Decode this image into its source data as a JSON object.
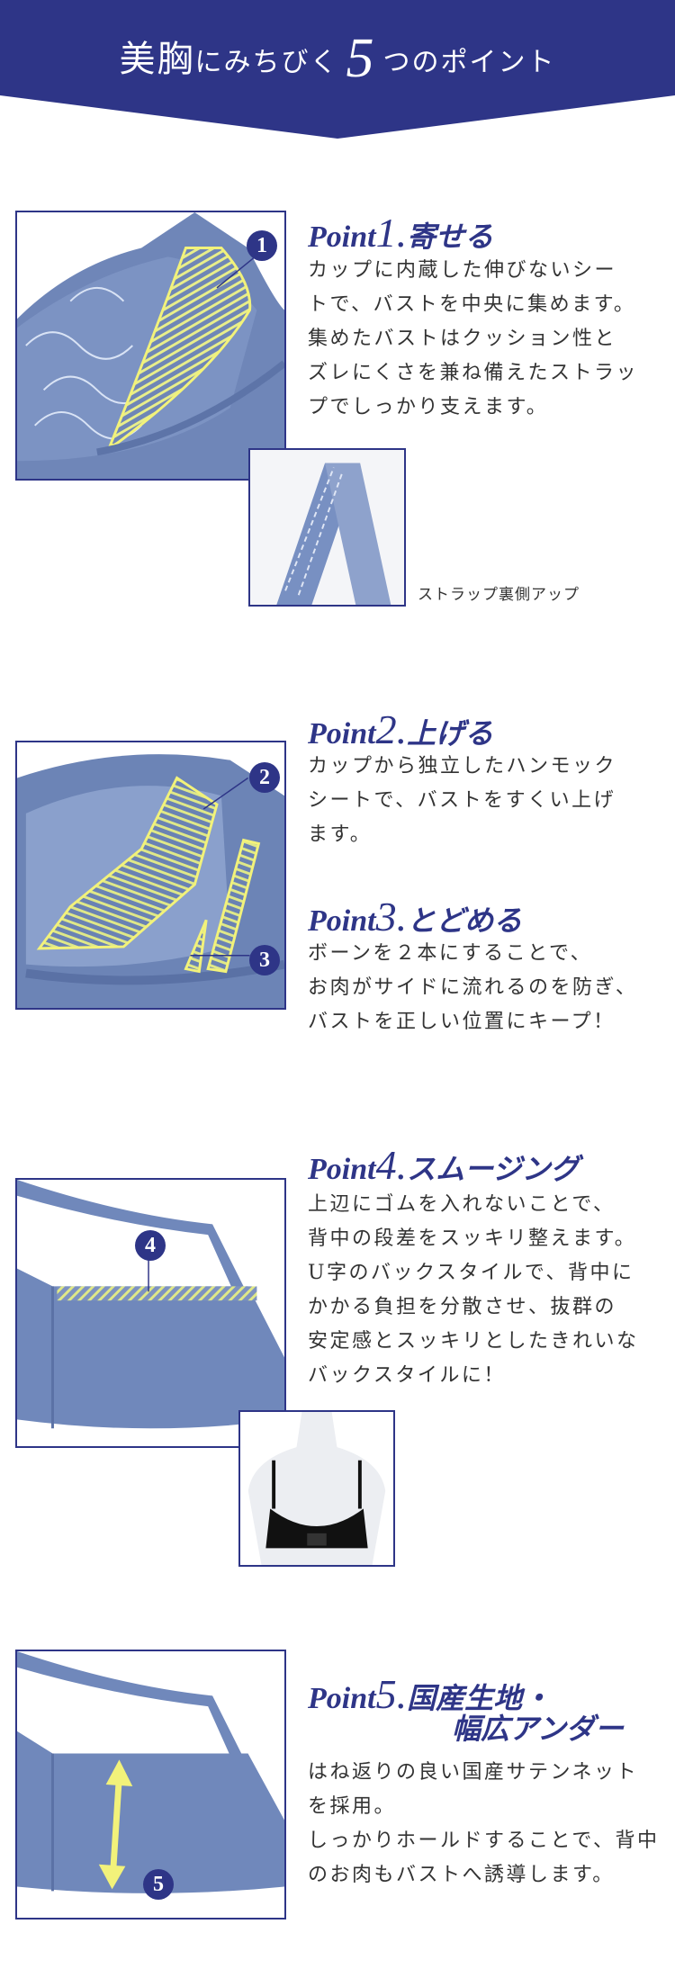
{
  "banner": {
    "title_a": "美胸",
    "title_b": "にみちびく",
    "title_num": "5",
    "title_c": "つのポイント",
    "color": "#2e3587"
  },
  "points": [
    {
      "label": "Point",
      "num": "1.",
      "title": "寄せる",
      "badge": "1",
      "lines": [
        "カップに内蔵した伸びないシー",
        "トで、バストを中央に集めます。",
        "集めたバストはクッション性と",
        "ズレにくさを兼ね備えたストラッ",
        "プでしっかり支えます。"
      ]
    },
    {
      "label": "Point",
      "num": "2.",
      "title": "上げる",
      "badge": "2",
      "lines": [
        "カップから独立したハンモック",
        "シートで、バストをすくい上げ",
        "ます。"
      ]
    },
    {
      "label": "Point",
      "num": "3.",
      "title": "とどめる",
      "badge": "3",
      "lines": [
        "ボーンを２本にすることで、",
        "お肉がサイドに流れるのを防ぎ、",
        "バストを正しい位置にキープ！"
      ]
    },
    {
      "label": "Point",
      "num": "4.",
      "title": "スムージング",
      "badge": "4",
      "lines": [
        "上辺にゴムを入れないことで、",
        "背中の段差をスッキリ整えます。",
        "U字のバックスタイルで、背中に",
        "かかる負担を分散させ、抜群の",
        "安定感とスッキリとしたきれいな",
        "バックスタイルに！"
      ]
    },
    {
      "label": "Point",
      "num": "5.",
      "title": "国産生地・",
      "title2": "幅広アンダー",
      "badge": "5",
      "lines": [
        "はね返りの良い国産サテンネット",
        "を採用。",
        "しっかりホールドすることで、背中",
        "のお肉もバストへ誘導します。"
      ]
    }
  ],
  "strap_caption": "ストラップ裏側アップ",
  "colors": {
    "navy": "#2e3587",
    "fabric": "#7088bb",
    "highlight": "#f2f27a"
  }
}
